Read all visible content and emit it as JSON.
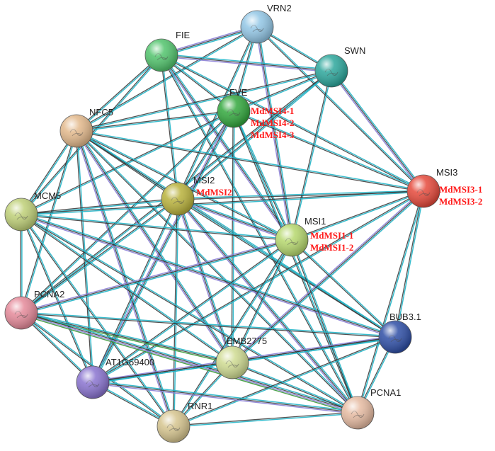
{
  "colors": {
    "edge_cyan": "#22b5c8",
    "edge_black": "#333333",
    "edge_purple": "#8c7fd6",
    "edge_green": "#3c9a3c",
    "annotation_red": "#ff1a1a"
  },
  "nodes": [
    {
      "id": "VRN2",
      "label": "VRN2",
      "color": "#93c7e6",
      "annotations": []
    },
    {
      "id": "FIE",
      "label": "FIE",
      "color": "#52c46d",
      "annotations": []
    },
    {
      "id": "SWN",
      "label": "SWN",
      "color": "#2da79c",
      "annotations": []
    },
    {
      "id": "FVE",
      "label": "FVE",
      "color": "#33a83e",
      "annotations": [
        "MdMSI4-1",
        "MdMSI4-2",
        "MdMSI4-3"
      ]
    },
    {
      "id": "NFC5",
      "label": "NFC5",
      "color": "#e3b98c",
      "annotations": []
    },
    {
      "id": "MSI2",
      "label": "MSI2",
      "color": "#b9b23c",
      "annotations": [
        "MdMSI2"
      ]
    },
    {
      "id": "MSI3",
      "label": "MSI3",
      "color": "#e64a3c",
      "annotations": [
        "MdMSI3-1",
        "MdMSI3-2"
      ]
    },
    {
      "id": "MCM5",
      "label": "MCM5",
      "color": "#bfd078",
      "annotations": []
    },
    {
      "id": "MSI1",
      "label": "MSI1",
      "color": "#b6d86e",
      "annotations": [
        "MdMSI1-1",
        "MdMSI1-2"
      ]
    },
    {
      "id": "PCNA2",
      "label": "PCNA2",
      "color": "#e58a9a",
      "annotations": []
    },
    {
      "id": "BUB3.1",
      "label": "BUB3.1",
      "color": "#2f4fa6",
      "annotations": []
    },
    {
      "id": "EMB2775",
      "label": "EMB2775",
      "color": "#cfdb92",
      "annotations": []
    },
    {
      "id": "AT1G69400",
      "label": "AT1G69400",
      "color": "#8a74d0",
      "annotations": []
    },
    {
      "id": "PCNA1",
      "label": "PCNA1",
      "color": "#e6bba2",
      "annotations": []
    },
    {
      "id": "RNR1",
      "label": "RNR1",
      "color": "#d6c58f",
      "annotations": []
    }
  ],
  "edges": [
    [
      "VRN2",
      "FIE"
    ],
    [
      "VRN2",
      "SWN"
    ],
    [
      "VRN2",
      "FVE"
    ],
    [
      "VRN2",
      "NFC5"
    ],
    [
      "VRN2",
      "MSI2"
    ],
    [
      "VRN2",
      "MSI1"
    ],
    [
      "VRN2",
      "MSI3"
    ],
    [
      "FIE",
      "SWN"
    ],
    [
      "FIE",
      "FVE"
    ],
    [
      "FIE",
      "NFC5"
    ],
    [
      "FIE",
      "MSI2"
    ],
    [
      "FIE",
      "MSI1"
    ],
    [
      "FIE",
      "MSI3"
    ],
    [
      "FIE",
      "MCM5"
    ],
    [
      "FIE",
      "PCNA1"
    ],
    [
      "SWN",
      "FVE"
    ],
    [
      "SWN",
      "NFC5"
    ],
    [
      "SWN",
      "MSI2"
    ],
    [
      "SWN",
      "MSI1"
    ],
    [
      "SWN",
      "MSI3"
    ],
    [
      "SWN",
      "PCNA2"
    ],
    [
      "FVE",
      "NFC5"
    ],
    [
      "FVE",
      "MSI2"
    ],
    [
      "FVE",
      "MSI1"
    ],
    [
      "FVE",
      "MSI3"
    ],
    [
      "FVE",
      "MCM5"
    ],
    [
      "FVE",
      "PCNA2"
    ],
    [
      "FVE",
      "EMB2775"
    ],
    [
      "FVE",
      "PCNA1"
    ],
    [
      "FVE",
      "AT1G69400"
    ],
    [
      "NFC5",
      "MSI2"
    ],
    [
      "NFC5",
      "MSI3"
    ],
    [
      "NFC5",
      "MCM5"
    ],
    [
      "NFC5",
      "MSI1"
    ],
    [
      "NFC5",
      "PCNA2"
    ],
    [
      "NFC5",
      "EMB2775"
    ],
    [
      "NFC5",
      "AT1G69400"
    ],
    [
      "NFC5",
      "RNR1"
    ],
    [
      "NFC5",
      "PCNA1"
    ],
    [
      "NFC5",
      "BUB3.1"
    ],
    [
      "MSI2",
      "MSI3"
    ],
    [
      "MSI2",
      "MSI1"
    ],
    [
      "MSI2",
      "MCM5"
    ],
    [
      "MSI2",
      "PCNA2"
    ],
    [
      "MSI2",
      "EMB2775"
    ],
    [
      "MSI2",
      "AT1G69400"
    ],
    [
      "MSI2",
      "RNR1"
    ],
    [
      "MSI2",
      "PCNA1"
    ],
    [
      "MSI2",
      "BUB3.1"
    ],
    [
      "MSI3",
      "MSI1"
    ],
    [
      "MSI3",
      "MCM5"
    ],
    [
      "MSI3",
      "BUB3.1"
    ],
    [
      "MSI3",
      "EMB2775"
    ],
    [
      "MSI3",
      "PCNA1"
    ],
    [
      "MSI3",
      "AT1G69400"
    ],
    [
      "MCM5",
      "MSI1"
    ],
    [
      "MCM5",
      "PCNA2"
    ],
    [
      "MCM5",
      "EMB2775"
    ],
    [
      "MCM5",
      "AT1G69400"
    ],
    [
      "MCM5",
      "RNR1"
    ],
    [
      "MCM5",
      "PCNA1"
    ],
    [
      "MCM5",
      "BUB3.1"
    ],
    [
      "MSI1",
      "PCNA2"
    ],
    [
      "MSI1",
      "BUB3.1"
    ],
    [
      "MSI1",
      "EMB2775"
    ],
    [
      "MSI1",
      "AT1G69400"
    ],
    [
      "MSI1",
      "PCNA1"
    ],
    [
      "MSI1",
      "RNR1"
    ],
    [
      "PCNA2",
      "EMB2775"
    ],
    [
      "PCNA2",
      "AT1G69400"
    ],
    [
      "PCNA2",
      "RNR1"
    ],
    [
      "PCNA2",
      "PCNA1"
    ],
    [
      "PCNA2",
      "BUB3.1"
    ],
    [
      "BUB3.1",
      "EMB2775"
    ],
    [
      "BUB3.1",
      "AT1G69400"
    ],
    [
      "BUB3.1",
      "PCNA1"
    ],
    [
      "BUB3.1",
      "RNR1"
    ],
    [
      "EMB2775",
      "AT1G69400"
    ],
    [
      "EMB2775",
      "PCNA1"
    ],
    [
      "EMB2775",
      "RNR1"
    ],
    [
      "AT1G69400",
      "PCNA1"
    ],
    [
      "AT1G69400",
      "RNR1"
    ],
    [
      "PCNA1",
      "RNR1"
    ]
  ]
}
